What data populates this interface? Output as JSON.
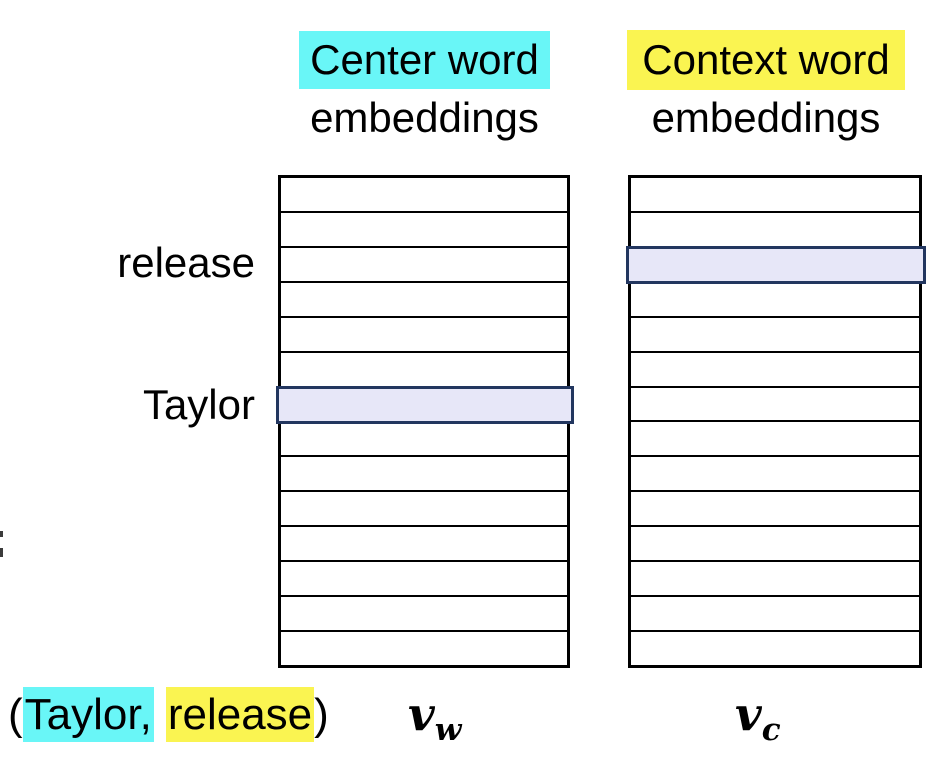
{
  "colors": {
    "background": "#ffffff",
    "text": "#000000",
    "cyan_highlight": "#69f6f7",
    "yellow_highlight": "#faf451",
    "selected_row_fill": "#e7e7f8",
    "selected_row_border": "#22365f",
    "matrix_border": "#000000"
  },
  "headers": {
    "center": {
      "title": "Center word",
      "subtitle": "embeddings"
    },
    "context": {
      "title": "Context word",
      "subtitle": "embeddings"
    }
  },
  "row_labels": {
    "release": "release",
    "taylor": "Taylor"
  },
  "matrices": {
    "row_count": 14,
    "center": {
      "highlighted_row": 7
    },
    "context": {
      "highlighted_row": 3
    }
  },
  "tuple": {
    "open_paren": "(",
    "center_word": "Taylor,",
    "context_word": "release",
    "close_paren": ")"
  },
  "math": {
    "vw": {
      "base": "v",
      "subscript": "w"
    },
    "vc": {
      "base": "v",
      "subscript": "c"
    }
  }
}
